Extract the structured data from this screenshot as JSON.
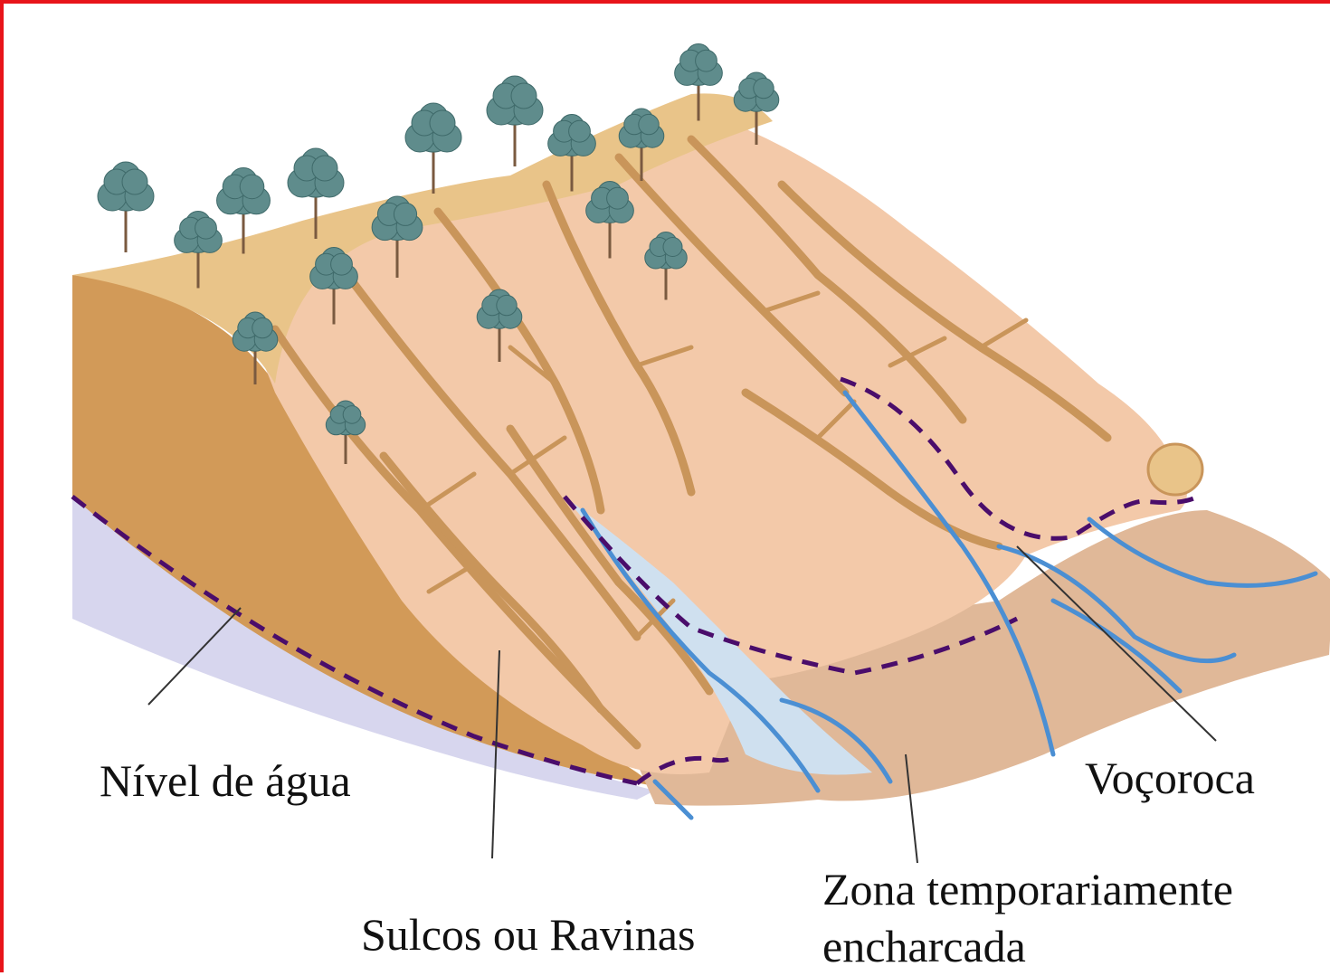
{
  "labels": {
    "water_level": "Nível de água",
    "rills": "Sulcos ou Ravinas",
    "gully": "Voçoroca",
    "wet_zone_line1": "Zona temporariamente",
    "wet_zone_line2": "encharcada"
  },
  "colors": {
    "frame": "#e8141a",
    "plateau": "#e9c489",
    "slope": "#f3c9a9",
    "soil_layer": "#d29a58",
    "groundwater": "#d7d6ee",
    "floodplain": "#e0b898",
    "channel": "#cfe0ef",
    "rill": "#c9955a",
    "stream": "#4b8fd3",
    "water_table_line": "#4a0d6b",
    "tree_crown": "#5f8c8c",
    "trunk": "#7a5a40",
    "leader_line": "#333333"
  },
  "icons": {
    "tree": "tree-icon"
  }
}
